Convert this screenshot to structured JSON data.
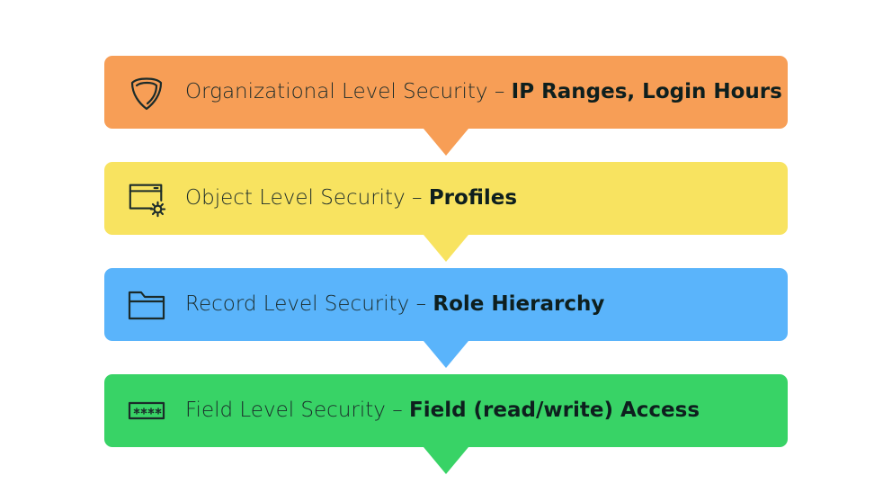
{
  "tiers": [
    {
      "level": "Organizational Level Security",
      "separator": "–",
      "detail": "IP Ranges, Login Hours",
      "icon": "shield-icon",
      "color": "#F79E56"
    },
    {
      "level": "Object Level Security",
      "separator": "–",
      "detail": "Profiles",
      "icon": "browser-gear-icon",
      "color": "#F8E360"
    },
    {
      "level": "Record Level Security",
      "separator": "–",
      "detail": "Role Hierarchy",
      "icon": "folder-icon",
      "color": "#5AB4FB"
    },
    {
      "level": "Field Level Security",
      "separator": "–",
      "detail": "Field (read/write) Access",
      "icon": "password-field-icon",
      "color": "#38D366"
    }
  ]
}
